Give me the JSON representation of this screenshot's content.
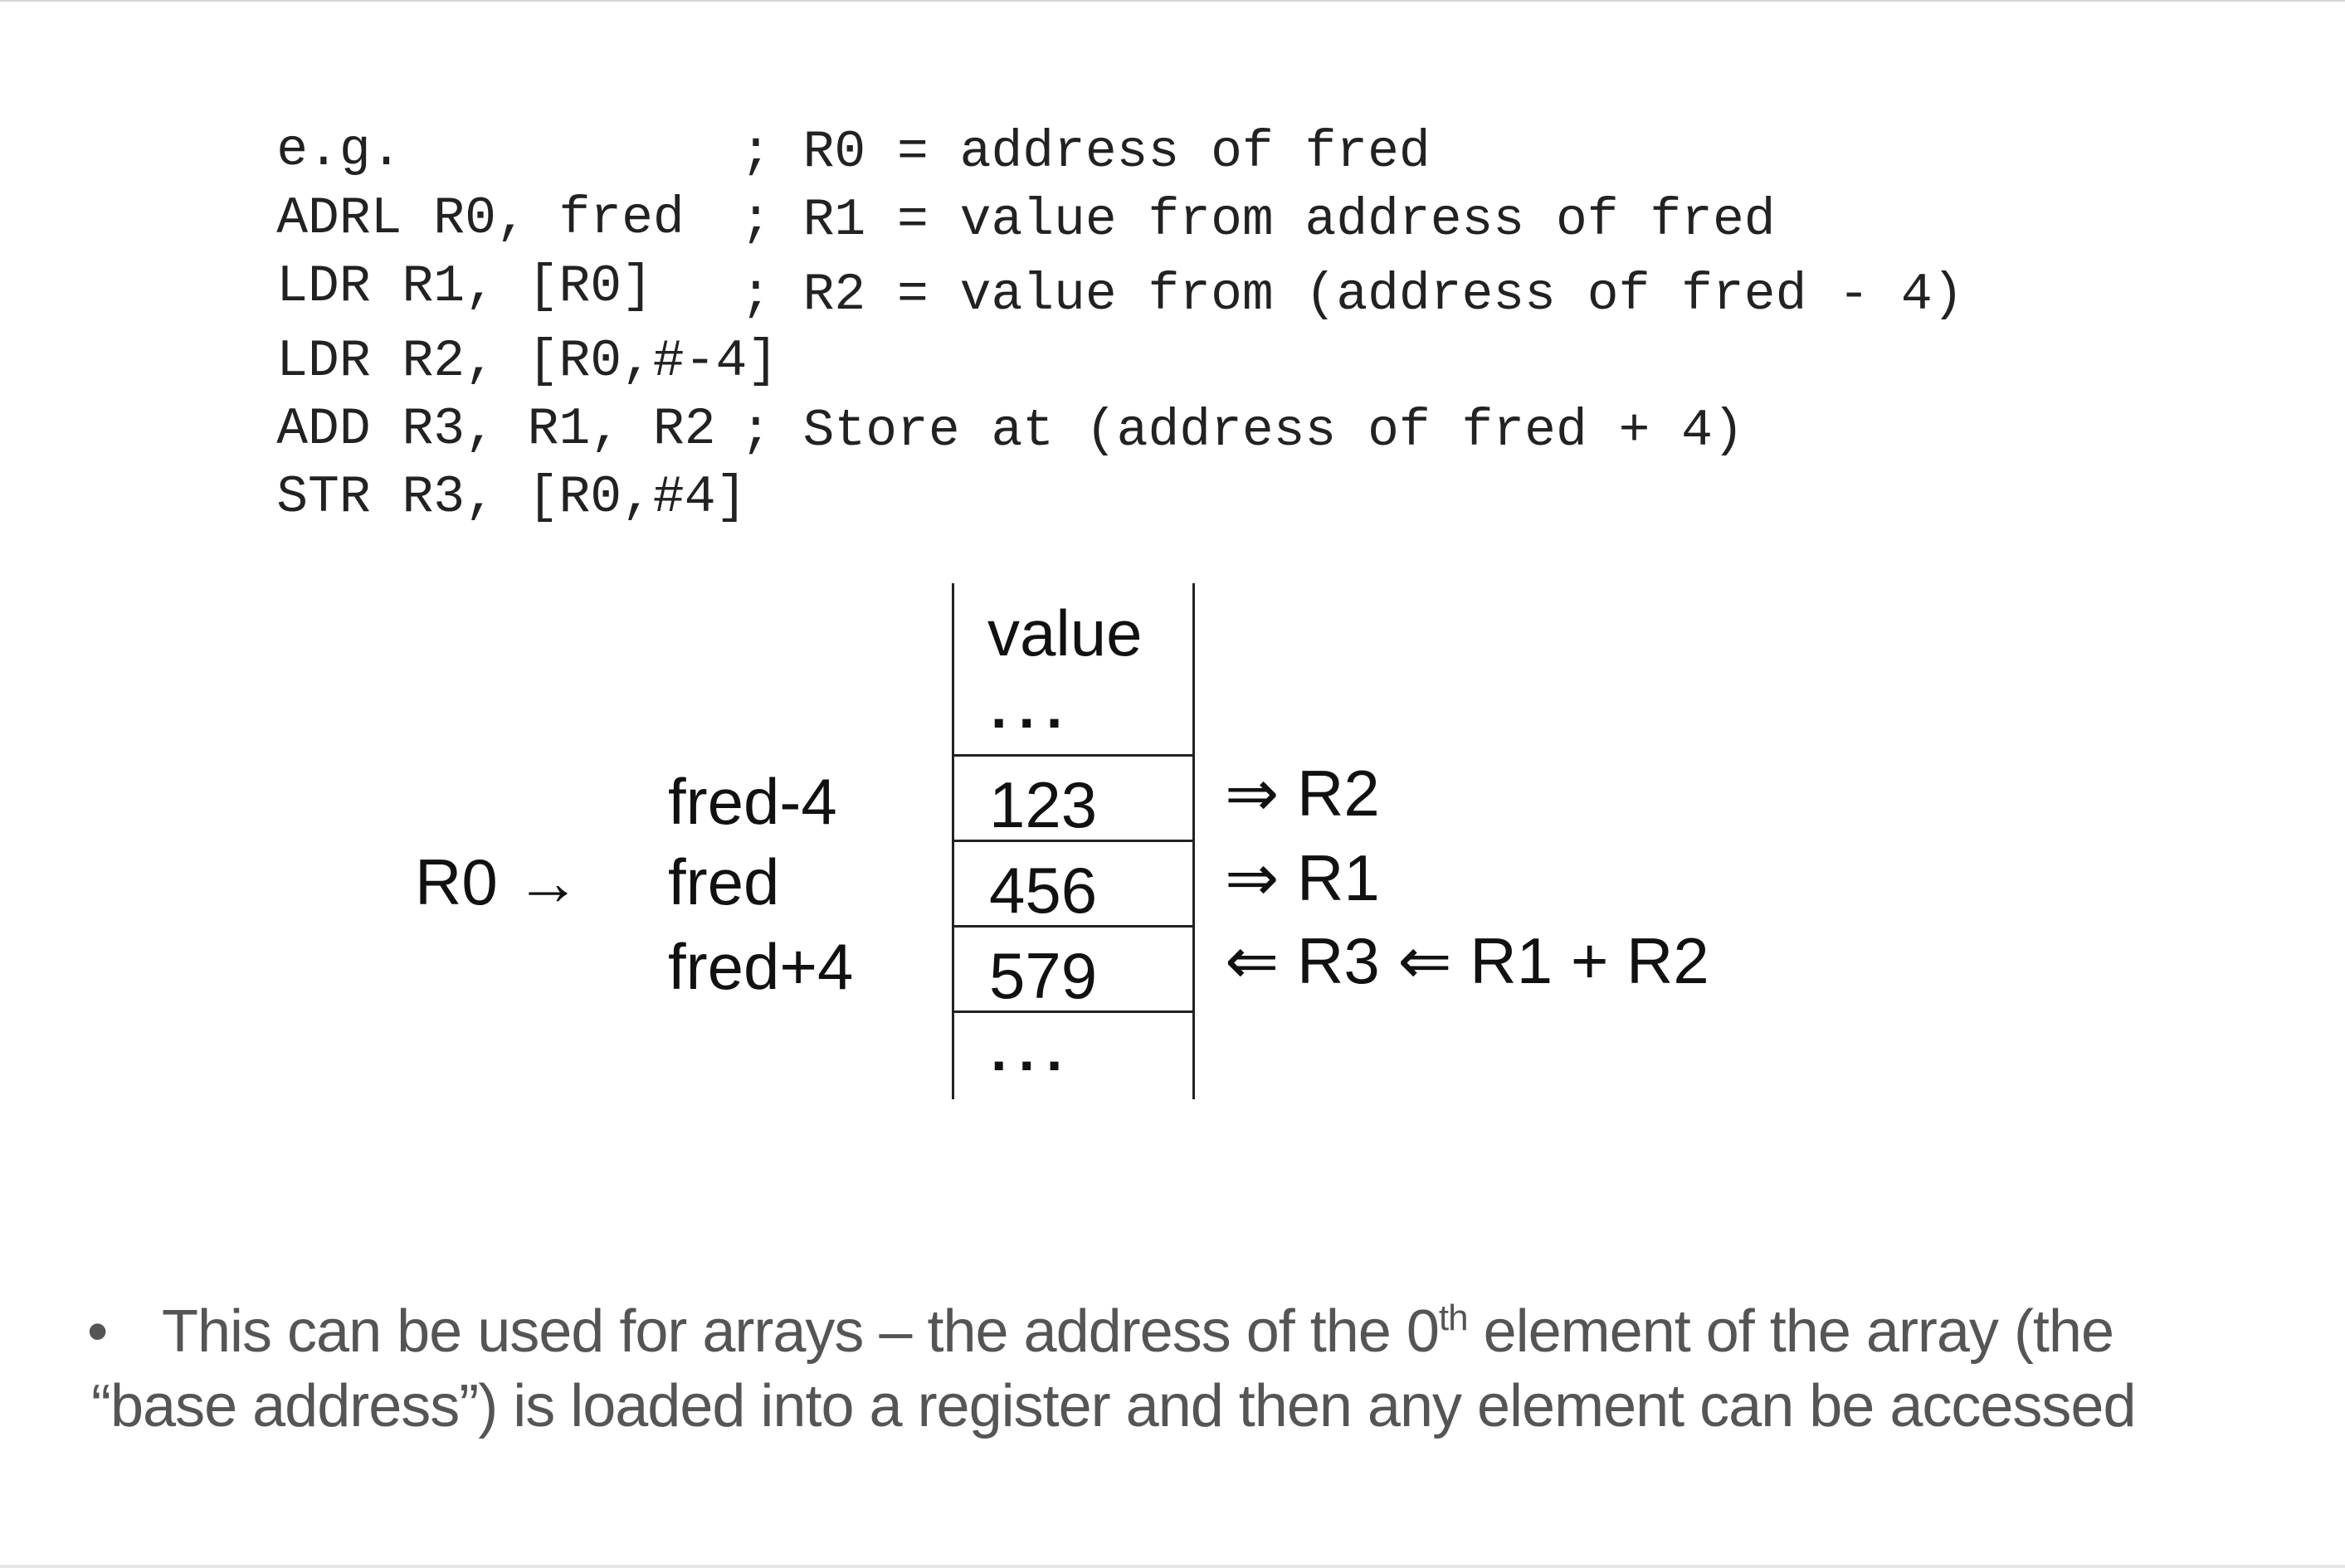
{
  "code": {
    "lines": [
      {
        "instr": "e.g.",
        "comment": ""
      },
      {
        "instr": "ADRL R0, fred",
        "comment": "; R0 = address of fred"
      },
      {
        "instr": "LDR R1, [R0]",
        "comment": "; R1 = value from address of fred"
      },
      {
        "instr": "LDR R2, [R0,#-4]",
        "comment": "; R2 = value from (address of fred - 4)"
      },
      {
        "instr": "ADD R3, R1, R2",
        "comment": ""
      },
      {
        "instr": "STR R3, [R0,#4]",
        "comment": "; Store at (address of fred + 4)"
      }
    ]
  },
  "diagram": {
    "header": "value",
    "ellipsis": "...",
    "pointer": "R0 →",
    "rows": [
      {
        "address": "fred-4",
        "value": "123",
        "note": "⇒ R2"
      },
      {
        "address": "fred",
        "value": "456",
        "note": "⇒ R1"
      },
      {
        "address": "fred+4",
        "value": "579",
        "note": "⇐ R3 ⇐ R1 + R2"
      }
    ]
  },
  "bullet": {
    "marker": "•",
    "line1_before": "This can be used for arrays – the address of the 0",
    "superscript": "th",
    "line1_after": " element of the array (the",
    "line2": "“base address”) is loaded into a register and then any element can be accessed"
  }
}
